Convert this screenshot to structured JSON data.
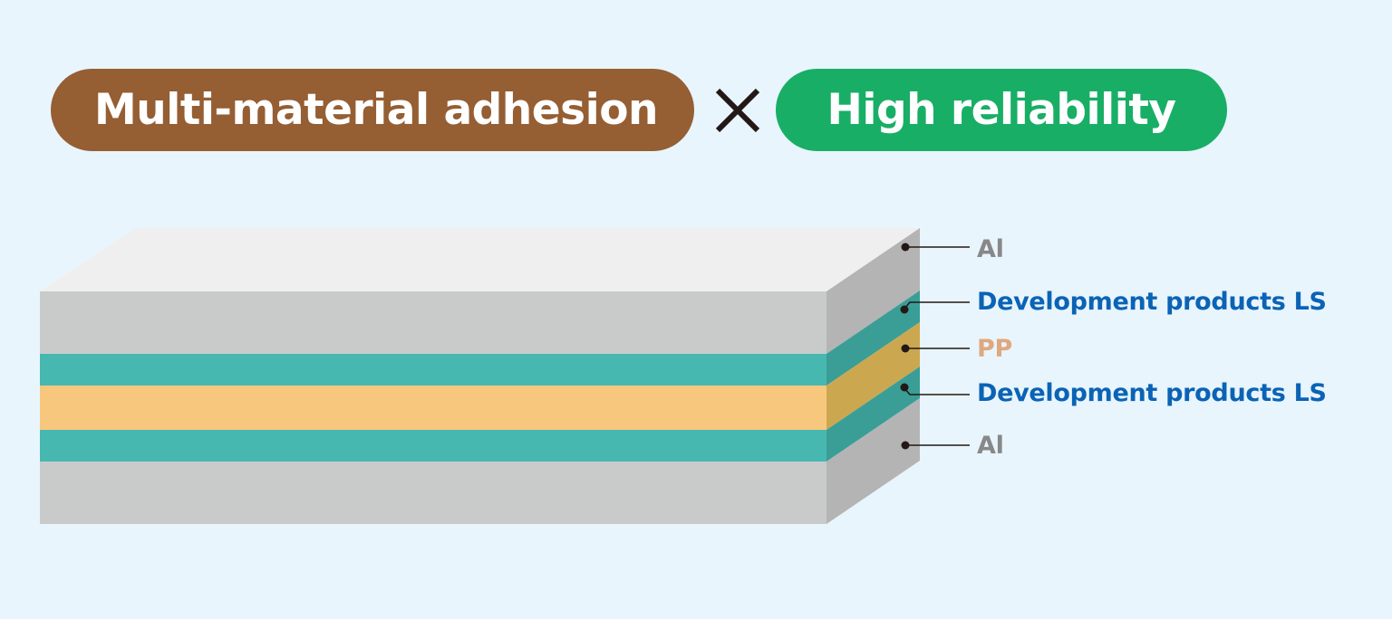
{
  "header": {
    "left_pill": {
      "text": "Multi-material adhesion",
      "color": "#955e33"
    },
    "operator": {
      "icon": "multiply-icon",
      "color": "#231815"
    },
    "right_pill": {
      "text": "High reliability",
      "color": "#19ae66"
    }
  },
  "layers": [
    {
      "name": "Al",
      "label": "Al",
      "front_color": "#c9cbcb",
      "side_color": "#b4b4b4",
      "label_color": "#888888"
    },
    {
      "name": "Development products LS",
      "label": "Development products LS",
      "front_color": "#47b8b0",
      "side_color": "#3a9e96",
      "label_color": "#0b63b5"
    },
    {
      "name": "PP",
      "label": "PP",
      "front_color": "#f8c77e",
      "side_color": "#cba850",
      "label_color": "#e0a87e"
    },
    {
      "name": "Development products LS",
      "label": "Development products LS",
      "front_color": "#47b8b0",
      "side_color": "#3a9e96",
      "label_color": "#0b63b5"
    },
    {
      "name": "Al",
      "label": "Al",
      "front_color": "#c9cbcb",
      "side_color": "#b4b4b4",
      "label_color": "#888888"
    }
  ],
  "top_face_color": "#efefef",
  "leader_color": "#231815"
}
